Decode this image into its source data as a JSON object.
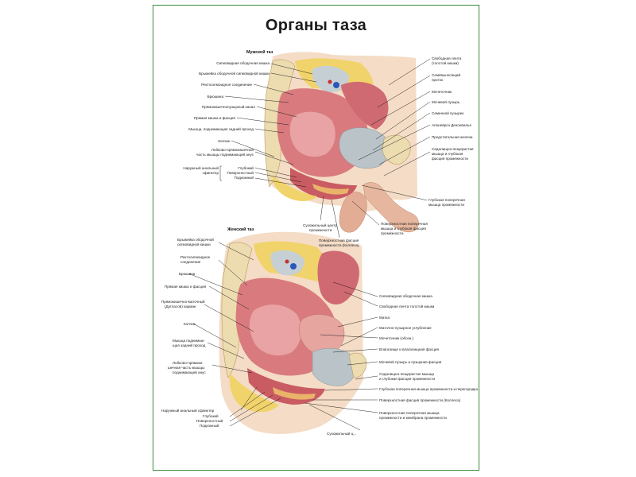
{
  "title": "Органы таза",
  "male": {
    "heading": "Мужской таз",
    "left_labels": [
      "Сигмовидная ободочная кишка",
      "Брыжейка ободочной сигмовидной кишки",
      "Ректосигмоидное соединение",
      "Брюшина",
      "Прямокишечнопузырный канал",
      "Прямая кишка и фасция",
      "Мышца, поднимающая задний проход",
      "Копчик",
      "Лобково-прямокишечная",
      "часть мышцы поднимающей анус",
      "Наружный анальный",
      "сфинктер",
      "Глубокий",
      "Поверхностный",
      "Подкожный"
    ],
    "right_labels": [
      "Свободная лента",
      "(толстой кишки)",
      "Семявыносящий",
      "проток",
      "Мочеточник",
      "Мочевой пузырь",
      "Семенной пузырек",
      "Апоневроз Денонвилье",
      "Предстательная железа",
      "Седалищно-пещеристая",
      "мышца и глубокая",
      "фасция промежности"
    ],
    "bottom_labels": [
      "Сухожильный центр",
      "промежности",
      "Поверхностная фасция",
      "промежности (Коллеса)",
      "Поверхностная поперечная",
      "мышца и глубокая фасция",
      "промежности",
      "Глубокая поперечная",
      "мышца промежности"
    ]
  },
  "female": {
    "heading": "Женский таз",
    "left_labels": [
      "Брыжейка ободочной",
      "сигмовидной кишки",
      "Ректосигмоидное",
      "соединение",
      "Брюшина",
      "Прямая кишка и фасция",
      "Прямокишечно-маточный",
      "(Дугласов) карман",
      "Копчик",
      "Мышца поднимаю-",
      "щая задний проход",
      "Лобково-прямоки-",
      "шечная часть мышцы",
      "поднимающей анус",
      "Наружный анальный  сфинктер",
      "Глубокий",
      "Поверхностный",
      "Подкожный"
    ],
    "right_labels": [
      "Сигмовидная ободочная кишка",
      "Свободная лента толстой кишки",
      "Матка",
      "Маточно-пузырное углубление",
      "Мочеточник (обозн.)",
      "Влагалище и влагалищная фасция",
      "Мочевой пузырь и пузырная фасция",
      "Седалищно-пещеристая мышца",
      "и глубокая фасция промежности",
      "Глубокая поперечная мышца промежности и перегородка",
      "Поверхностная фасция промежности (Коллеса)",
      "Поверхностная поперечная мышца",
      "промежности и мембрана промежности"
    ],
    "bottom_labels": [
      "Сухожильный ц..."
    ]
  },
  "colors": {
    "frame": "#3c8b3c",
    "muscle": "#d97b7e",
    "bone": "#ecdcb0",
    "fat": "#f1d36b",
    "organ": "#c5cfd4"
  }
}
